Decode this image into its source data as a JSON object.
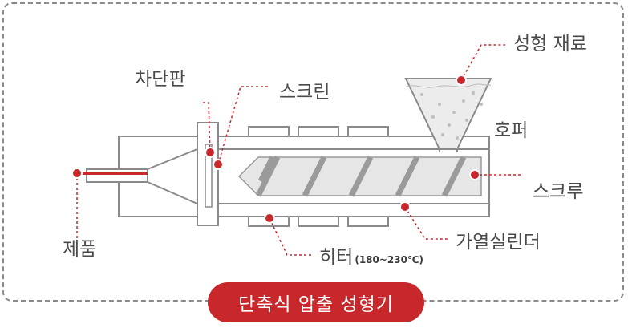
{
  "labels": {
    "material": "성형 재료",
    "hopper": "호퍼",
    "screw": "스크루",
    "barrel": "가열실린더",
    "heater": "히터",
    "heater_temp": "(180~230℃)",
    "screen": "스크린",
    "breaker": "차단판",
    "product": "제품"
  },
  "title": "단축식 압출 성형기",
  "colors": {
    "accent": "#c8282c",
    "line": "#8a8a8a",
    "screw_body": "#e6e6e6",
    "flight": "#9a9a9a"
  }
}
